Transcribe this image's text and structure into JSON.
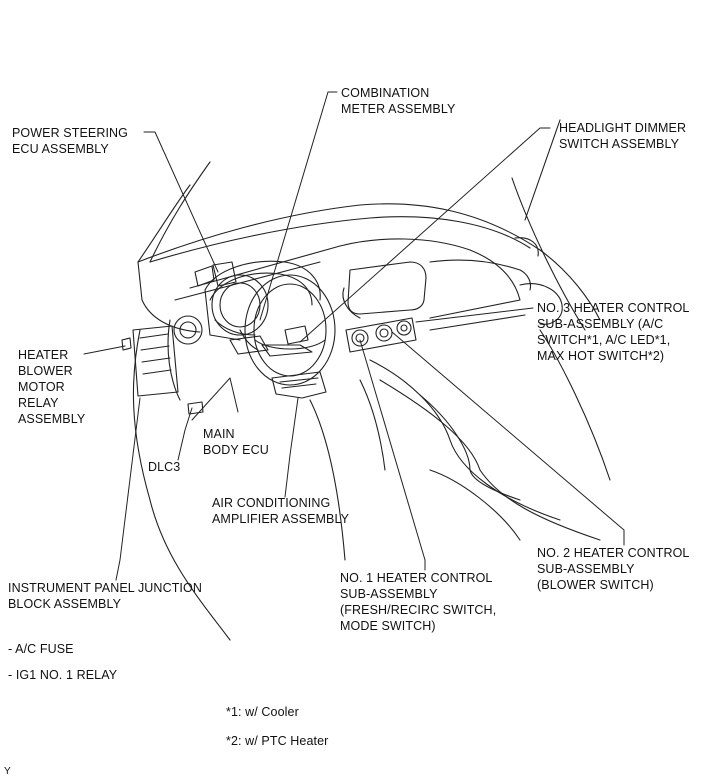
{
  "labels": {
    "combination_meter": [
      "COMBINATION",
      "METER ASSEMBLY"
    ],
    "power_steering_ecu": [
      "POWER STEERING",
      "ECU ASSEMBLY"
    ],
    "headlight_dimmer": [
      "HEADLIGHT DIMMER",
      "SWITCH ASSEMBLY"
    ],
    "heater_blower_relay": [
      "HEATER",
      "BLOWER",
      "MOTOR",
      "RELAY",
      "ASSEMBLY"
    ],
    "no3_heater_control": [
      "NO. 3 HEATER CONTROL",
      "SUB-ASSEMBLY (A/C",
      "SWITCH*1, A/C LED*1,",
      "MAX HOT SWITCH*2)"
    ],
    "main_body_ecu": [
      "MAIN",
      "BODY ECU"
    ],
    "dlc3": [
      "DLC3"
    ],
    "air_conditioning_amplifier": [
      "AIR CONDITIONING",
      "AMPLIFIER ASSEMBLY"
    ],
    "no2_heater_control": [
      "NO. 2 HEATER CONTROL",
      "SUB-ASSEMBLY",
      "(BLOWER SWITCH)"
    ],
    "no1_heater_control": [
      "NO. 1 HEATER CONTROL",
      "SUB-ASSEMBLY",
      "(FRESH/RECIRC SWITCH,",
      "MODE SWITCH)"
    ],
    "instrument_panel_jb": [
      "INSTRUMENT PANEL JUNCTION",
      "BLOCK ASSEMBLY"
    ]
  },
  "notes": {
    "ac_fuse": "- A/C FUSE",
    "ig1_relay": "- IG1 NO. 1 RELAY"
  },
  "footnotes": {
    "cooler": "*1: w/ Cooler",
    "ptc_heater": "*2: w/ PTC Heater"
  },
  "corner_mark": "Y"
}
